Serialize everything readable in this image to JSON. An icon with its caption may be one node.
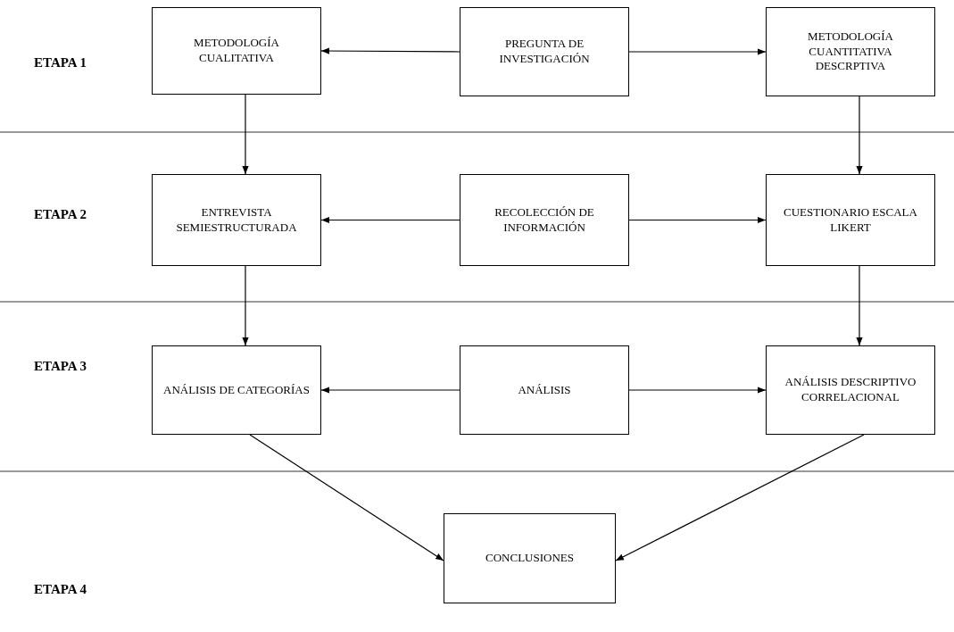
{
  "diagram": {
    "nodes": [
      {
        "text": [
          "METODOLOGÍA CUALITATIVA"
        ]
      },
      {
        "text": [
          "PREGUNTA DE INVESTIGACIÓN"
        ]
      },
      {
        "text": [
          "METODOLOGÍA CUANTITATIVA DESCRPTIVA"
        ]
      },
      {
        "text": [
          "ENTREVISTA SEMIESTRUCTURADA"
        ]
      },
      {
        "text": [
          "RECOLECCIÓN DE INFORMACIÓN"
        ]
      },
      {
        "text": [
          "CUESTIONARIO ESCALA LIKERT"
        ]
      },
      {
        "text": [
          "ANÁLISIS DE CATEGORÍAS"
        ]
      },
      {
        "text": [
          "ANÁLISIS"
        ]
      },
      {
        "text": [
          "ANÁLISIS DESCRIPTIVO CORRELACIONAL"
        ]
      },
      {
        "text": [
          "CONCLUSIONES"
        ]
      }
    ],
    "edges": [
      {
        "from": 1,
        "to": 0,
        "arrow": "to"
      },
      {
        "from": 1,
        "to": 2,
        "arrow": "to"
      },
      {
        "from": 0,
        "to": 3,
        "arrow": "to"
      },
      {
        "from": 2,
        "to": 5,
        "arrow": "to"
      },
      {
        "from": 4,
        "to": 3,
        "arrow": "to"
      },
      {
        "from": 4,
        "to": 5,
        "arrow": "to"
      },
      {
        "from": 3,
        "to": 6,
        "arrow": "to"
      },
      {
        "from": 5,
        "to": 8,
        "arrow": "to"
      },
      {
        "from": 7,
        "to": 6,
        "arrow": "to"
      },
      {
        "from": 7,
        "to": 8,
        "arrow": "to"
      },
      {
        "from": 6,
        "to": 9,
        "arrow": "to"
      },
      {
        "from": 8,
        "to": 9,
        "arrow": "to"
      }
    ],
    "labels": [
      "ETAPA 1",
      "ETAPA 2",
      "ETAPA 3",
      "ETAPA 4"
    ]
  }
}
